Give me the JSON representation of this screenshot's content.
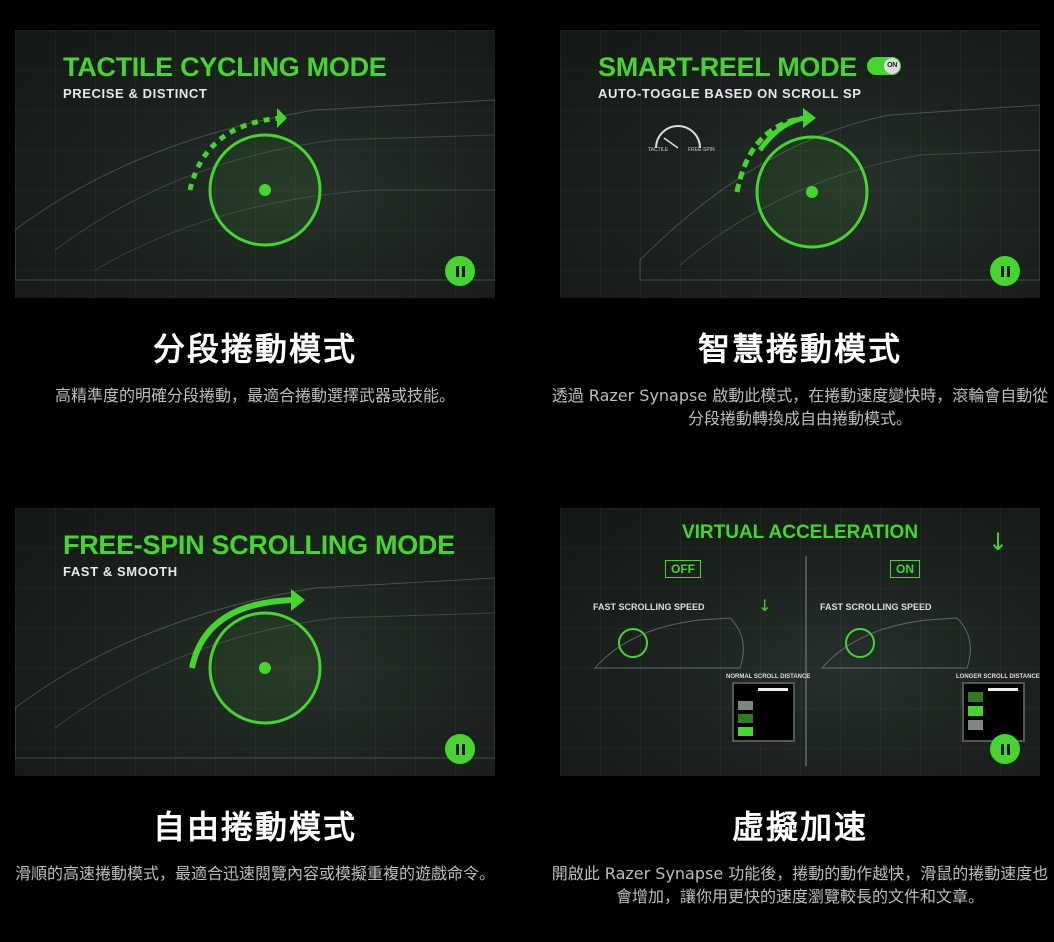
{
  "cards": [
    {
      "video_title": "TACTILE CYCLING MODE",
      "video_subtitle": "PRECISE & DISTINCT",
      "title": "分段捲動模式",
      "description": "高精準度的明確分段捲動，最適合捲動選擇武器或技能。"
    },
    {
      "video_title": "SMART-REEL MODE",
      "toggle_label": "ON",
      "video_subtitle": "AUTO-TOGGLE BASED ON SCROLL SP",
      "gauge_left": "TACTILE",
      "gauge_right": "FREE-SPIN",
      "title": "智慧捲動模式",
      "description": "透過 Razer Synapse 啟動此模式，在捲動速度變快時，滾輪會自動從分段捲動轉換成自由捲動模式。"
    },
    {
      "video_title": "FREE-SPIN SCROLLING MODE",
      "video_subtitle": "FAST & SMOOTH",
      "title": "自由捲動模式",
      "description": "滑順的高速捲動模式，最適合迅速閱覽內容或模擬重複的遊戲命令。"
    },
    {
      "video_title": "VIRTUAL ACCELERATION",
      "off_label": "OFF",
      "on_label": "ON",
      "speed_label": "FAST SCROLLING SPEED",
      "normal_label": "NORMAL SCROLL DISTANCE",
      "longer_label": "LONGER SCROLL DISTANCE",
      "title": "虛擬加速",
      "description": "開啟此 Razer Synapse 功能後，捲動的動作越快，滑鼠的捲動速度也會增加，讓你用更快的速度瀏覽較長的文件和文章。"
    }
  ],
  "colors": {
    "accent": "#44d62c"
  }
}
